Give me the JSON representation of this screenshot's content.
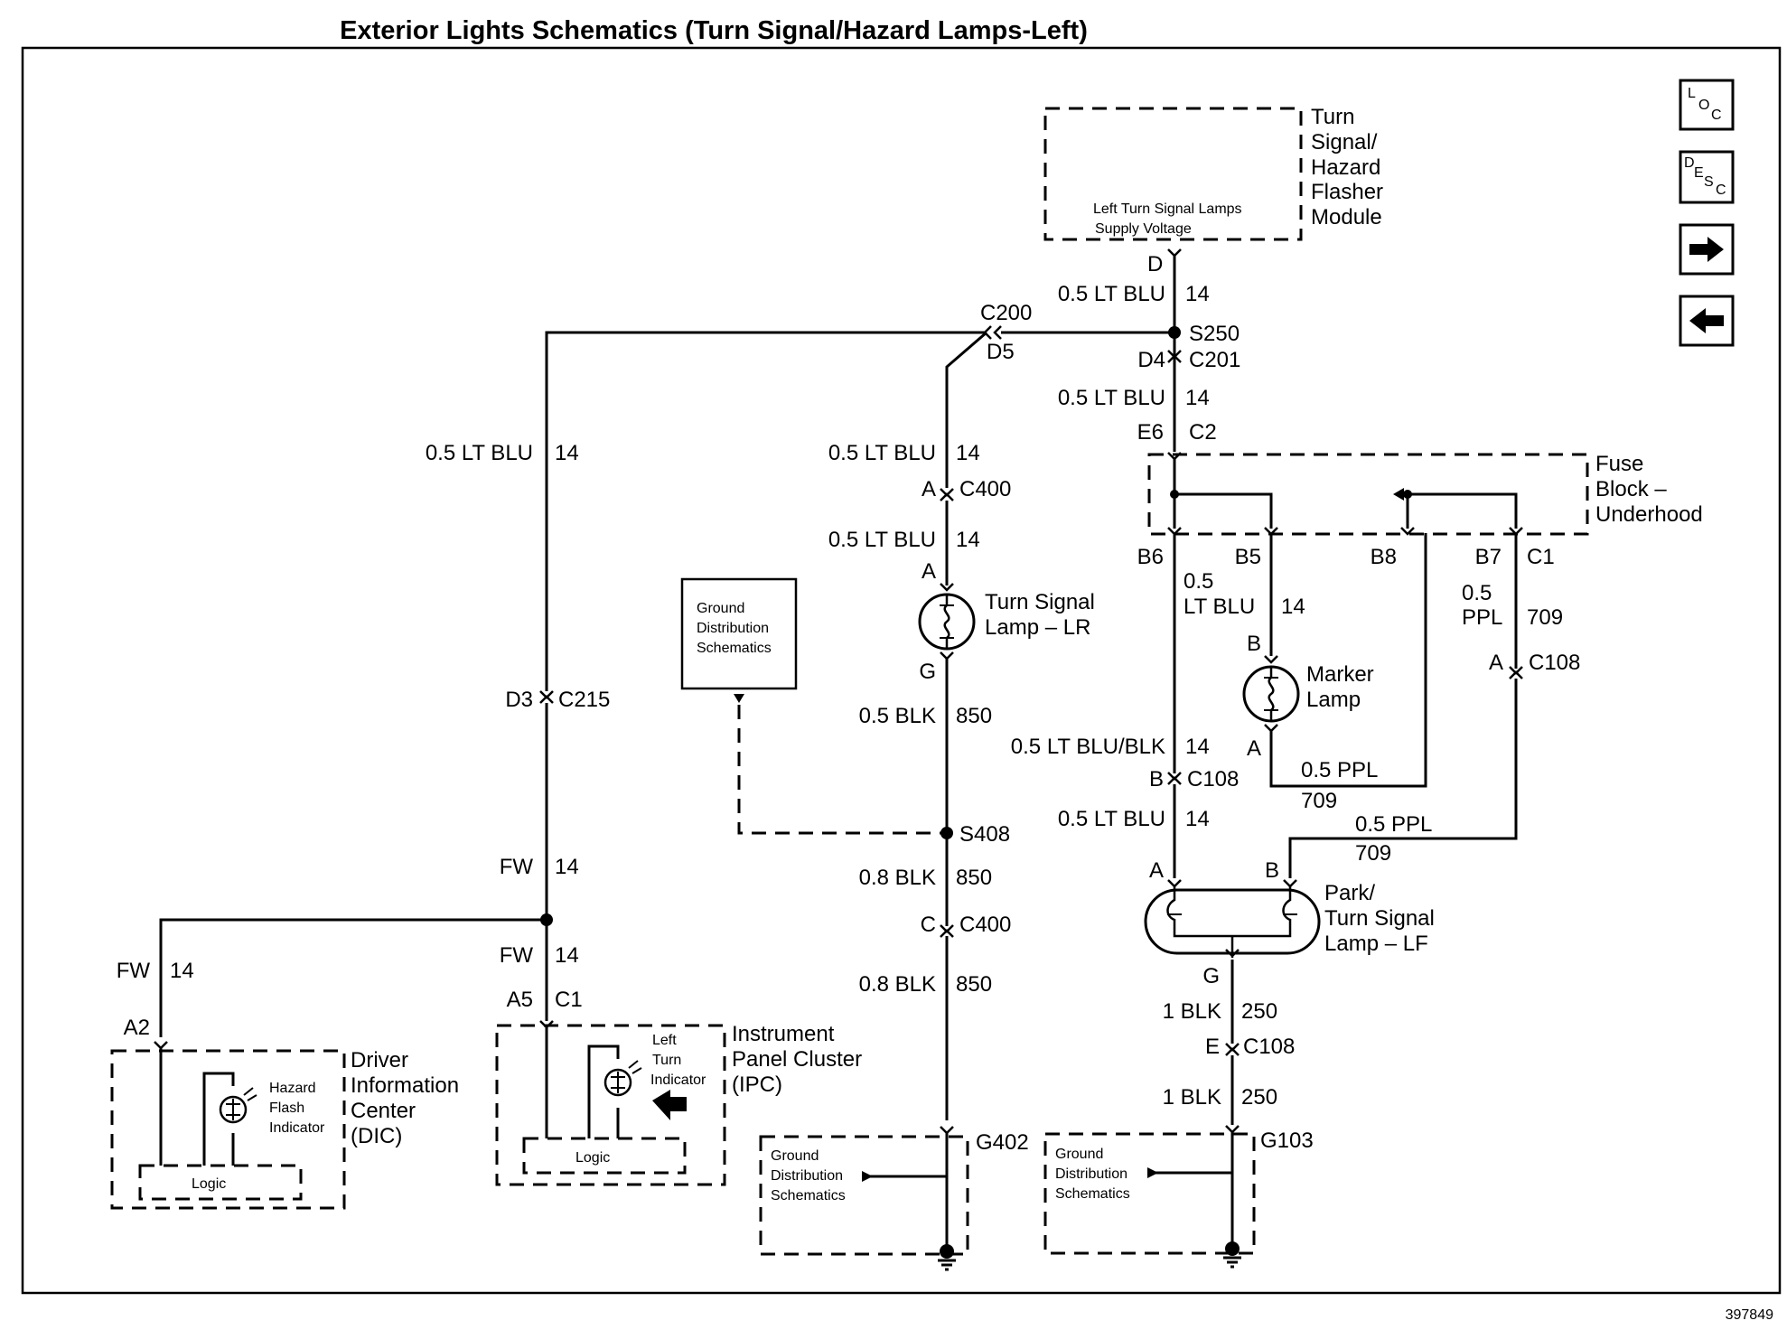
{
  "title": "Exterior Lights Schematics (Turn Signal/Hazard Lamps-Left)",
  "figure_number": "397849",
  "nav": {
    "loc": {
      "main": "L",
      "sub1": "O",
      "sub2": "C"
    },
    "desc": {
      "main": "D",
      "sub1": "E",
      "sub2": "S",
      "sub3": "C"
    },
    "next_icon": "arrow-right-icon",
    "prev_icon": "arrow-left-icon"
  },
  "flasher_module": {
    "name": [
      "Turn",
      "Signal/",
      "Hazard",
      "Flasher",
      "Module"
    ],
    "supply": [
      "Left Turn Signal Lamps",
      "Supply Voltage"
    ],
    "pin": "D"
  },
  "wires": {
    "flasher_out": {
      "color": "0.5 LT BLU",
      "circuit": "14"
    },
    "after_c201": {
      "color": "0.5 LT BLU",
      "circuit": "14"
    },
    "left_riser": {
      "color": "0.5 LT BLU",
      "circuit": "14"
    },
    "lr_upper": {
      "color": "0.5 LT BLU",
      "circuit": "14"
    },
    "lr_lower": {
      "color": "0.5 LT BLU",
      "circuit": "14"
    },
    "lr_ground": {
      "color": "0.5 BLK",
      "circuit": "850"
    },
    "s408_out": {
      "color": "0.8 BLK",
      "circuit": "850"
    },
    "g402_wire": {
      "color": "0.8 BLK",
      "circuit": "850"
    },
    "fw_upper": {
      "color": "FW",
      "circuit": "14"
    },
    "fw_lower": {
      "color": "FW",
      "circuit": "14"
    },
    "fw_dic": {
      "color": "FW",
      "circuit": "14"
    },
    "marker_feed": {
      "color": "0.5\nLT BLU",
      "c1": "0.5",
      "c2": "LT BLU",
      "circuit": "14"
    },
    "ppl_709": {
      "c1": "0.5",
      "c2": "PPL",
      "circuit": "709"
    },
    "lf_ltblublk": {
      "color": "0.5 LT BLU/BLK",
      "circuit": "14"
    },
    "lf_ltblu": {
      "color": "0.5 LT BLU",
      "circuit": "14"
    },
    "marker_ppl": {
      "color": "0.5 PPL",
      "circuit": "709"
    },
    "lf_ppl": {
      "color": "0.5 PPL",
      "circuit": "709"
    },
    "lf_ground": {
      "color": "1 BLK",
      "circuit": "250"
    },
    "g103_wire": {
      "color": "1 BLK",
      "circuit": "250"
    }
  },
  "connectors": {
    "c200": "C200",
    "d5": "D5",
    "s250": "S250",
    "d4": "D4",
    "c201": "C201",
    "e6": "E6",
    "c2": "C2",
    "b6": "B6",
    "b5": "B5",
    "b8": "B8",
    "b7": "B7",
    "c1_fuse": "C1",
    "a_c400": "A",
    "c400_top": "C400",
    "lr_a": "A",
    "lr_g": "G",
    "s408": "S408",
    "c_c400": "C",
    "c400_bot": "C400",
    "g402": "G402",
    "d3": "D3",
    "c215": "C215",
    "a5": "A5",
    "c1_ipc": "C1",
    "a2": "A2",
    "marker_b": "B",
    "marker_a": "A",
    "b_c108": "B",
    "c108_mid": "C108",
    "a_c108": "A",
    "c108_right": "C108",
    "lf_a": "A",
    "lf_b": "B",
    "lf_g": "G",
    "e_c108": "E",
    "c108_bot": "C108",
    "g103": "G103"
  },
  "components": {
    "fuse_block": [
      "Fuse",
      "Block –",
      "Underhood"
    ],
    "lr_lamp": [
      "Turn Signal",
      "Lamp – LR"
    ],
    "marker_lamp": [
      "Marker",
      "Lamp"
    ],
    "lf_lamp": [
      "Park/",
      "Turn Signal",
      "Lamp – LF"
    ],
    "ground_dist_box": [
      "Ground",
      "Distribution",
      "Schematics"
    ],
    "g402_box": [
      "Ground",
      "Distribution",
      "Schematics"
    ],
    "g103_box": [
      "Ground",
      "Distribution",
      "Schematics"
    ],
    "ipc": {
      "name": [
        "Instrument",
        "Panel Cluster",
        "(IPC)"
      ],
      "indicator": [
        "Left",
        "Turn",
        "Indicator"
      ],
      "logic": "Logic"
    },
    "dic": {
      "name": [
        "Driver",
        "Information",
        "Center",
        "(DIC)"
      ],
      "indicator": [
        "Hazard",
        "Flash",
        "Indicator"
      ],
      "logic": "Logic"
    }
  }
}
